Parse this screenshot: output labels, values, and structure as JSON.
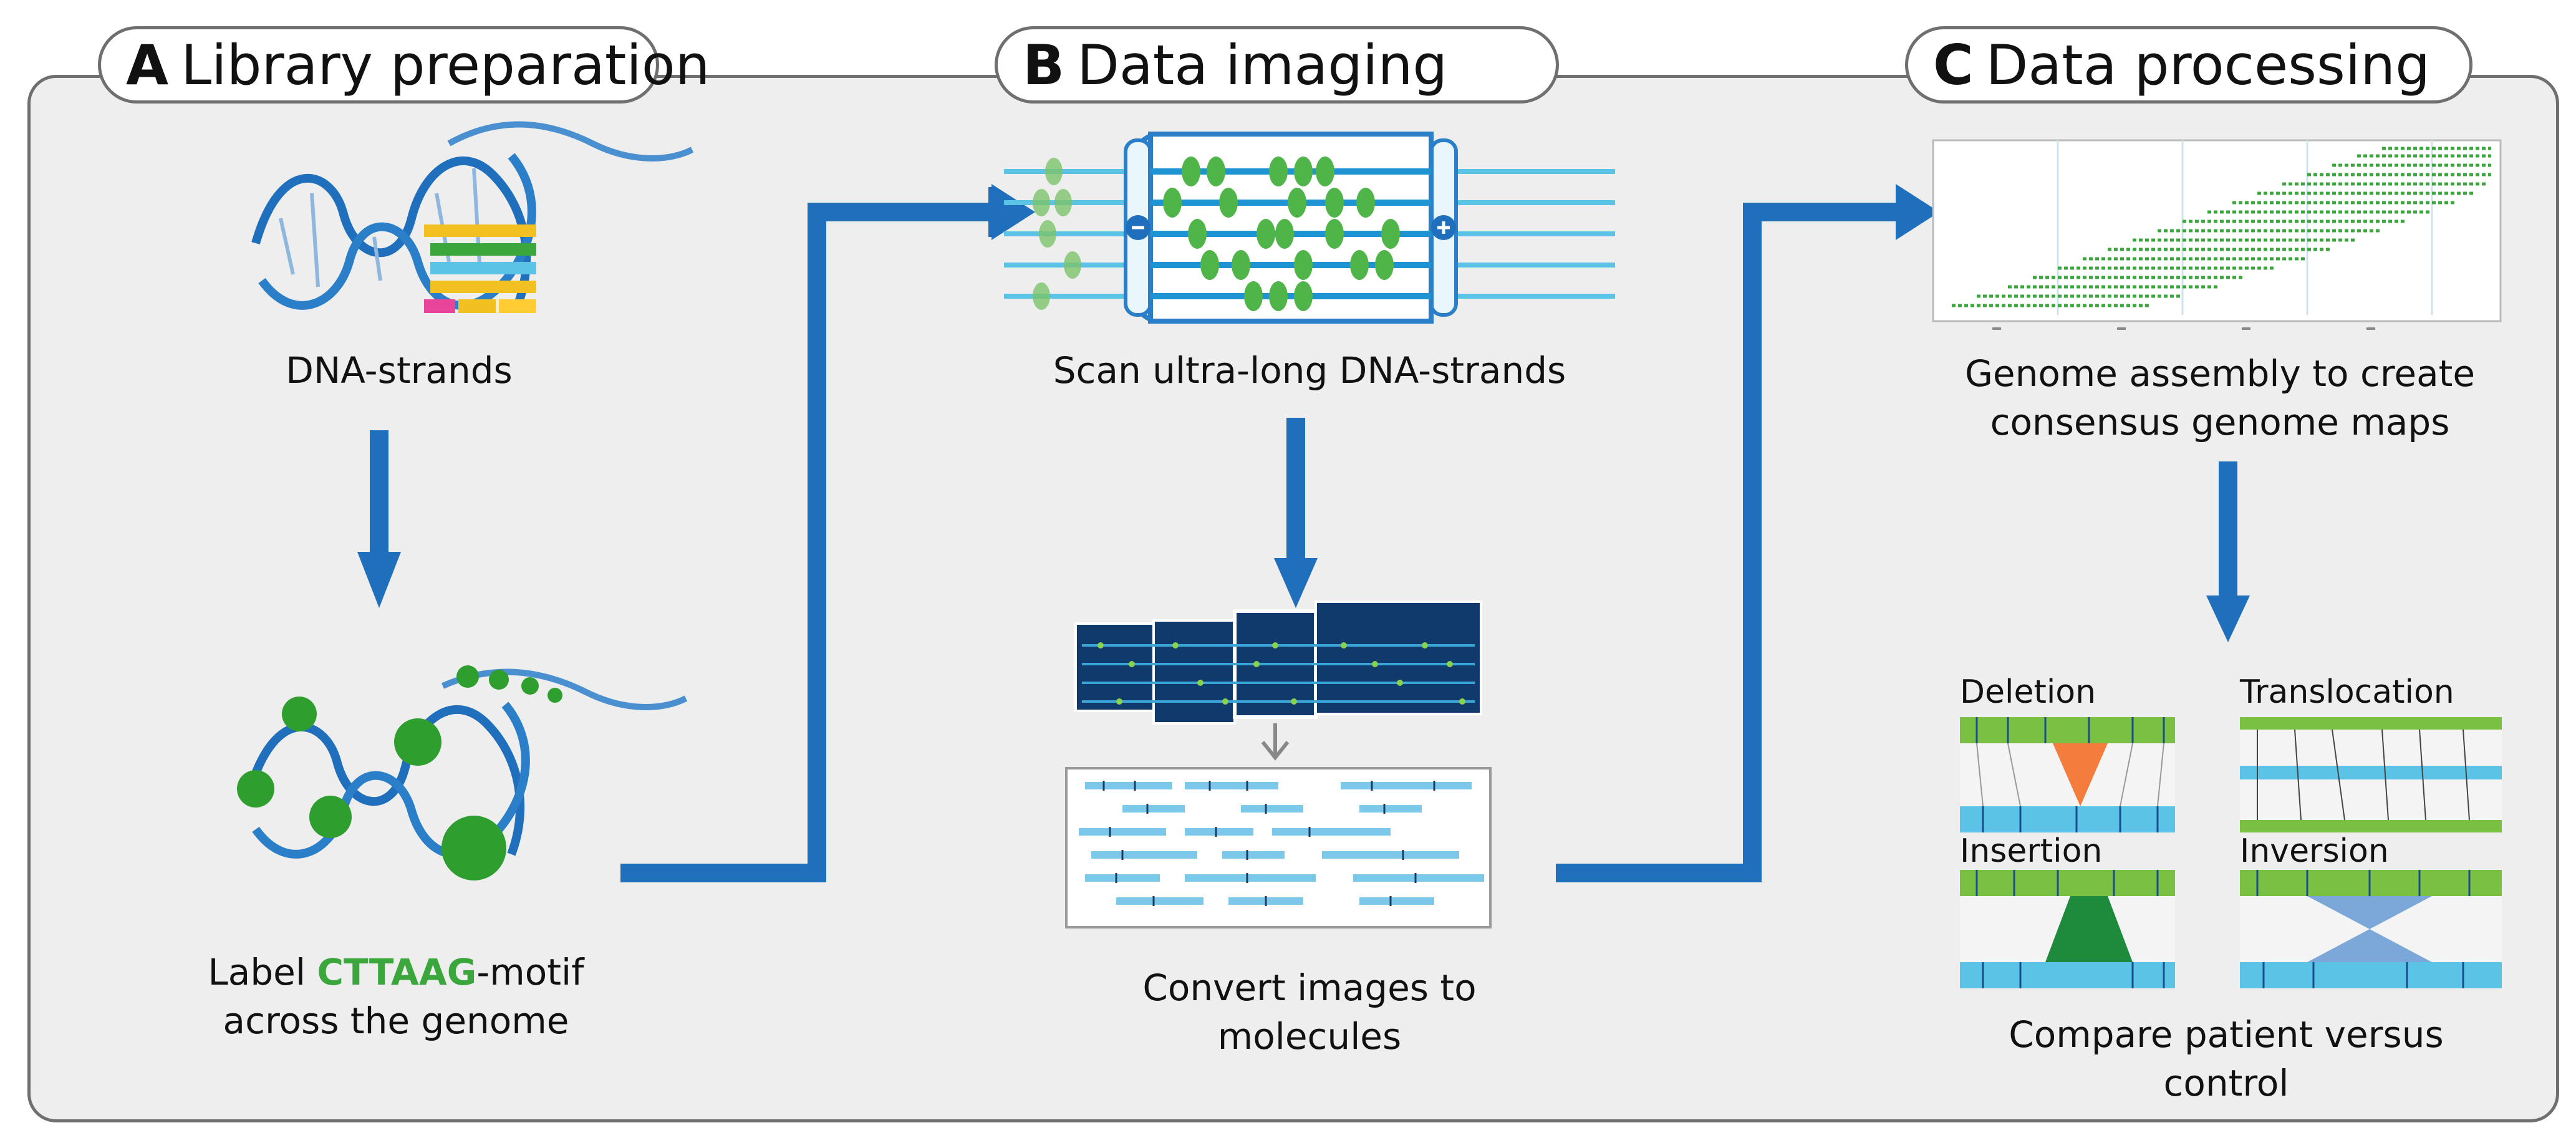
{
  "colors": {
    "arrow_blue": "#1f6fbd",
    "accent_green": "#3aa63c",
    "light_blue": "#5bc3e6",
    "border": "#6f6f6f",
    "panel_bg": "#eeeeee"
  },
  "sections": [
    {
      "letter": "A",
      "title": "Library preparation"
    },
    {
      "letter": "B",
      "title": "Data imaging"
    },
    {
      "letter": "C",
      "title": "Data processing"
    }
  ],
  "library": {
    "dna_label": "DNA-strands",
    "label_prefix": "Label",
    "motif": "CTTAAG",
    "label_suffix": "-motif",
    "label_line2": "across the genome"
  },
  "imaging": {
    "scan_label": "Scan ultra-long DNA-strands",
    "convert_line1": "Convert images to",
    "convert_line2": "molecules"
  },
  "processing": {
    "assembly_line1": "Genome assembly to create",
    "assembly_line2": "consensus genome maps",
    "compare_line1": "Compare patient versus",
    "compare_line2": "control",
    "panels": [
      {
        "label": "Deletion"
      },
      {
        "label": "Translocation"
      },
      {
        "label": "Insertion"
      },
      {
        "label": "Inversion"
      }
    ]
  }
}
